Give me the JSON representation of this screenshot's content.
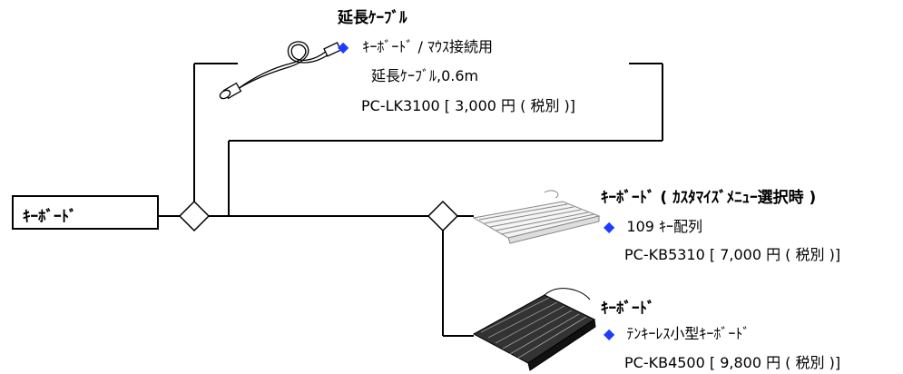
{
  "root": {
    "label": "ｷｰﾎﾞｰﾄﾞ"
  },
  "products": [
    {
      "title": "延長ｹｰﾌﾞﾙ",
      "bullet": "◆",
      "desc1": "ｷｰﾎﾞｰﾄﾞ / ﾏｳｽ接続用",
      "desc2": "延長ｹｰﾌﾞﾙ,0.6m",
      "model_price": "PC-LK3100 [ 3,000 円 ( 税別 )]",
      "image_icon": "cable-image"
    },
    {
      "title": "ｷｰﾎﾞｰﾄﾞ ( ｶｽﾀﾏｲｽﾞﾒﾆｭｰ選択時 )",
      "bullet": "◆",
      "desc1": "109 ｷｰ配列",
      "model_price": "PC-KB5310 [ 7,000 円 ( 税別 )]",
      "image_icon": "keyboard-image"
    },
    {
      "title": "ｷｰﾎﾞｰﾄﾞ",
      "bullet": "◆",
      "desc1": "ﾃﾝｷｰﾚｽ小型ｷｰﾎﾞｰﾄﾞ",
      "model_price": "PC-KB4500 [ 9,800 円 ( 税別 )]",
      "image_icon": "compact-keyboard-image"
    }
  ],
  "colors": {
    "bullet": "#1e3cff",
    "line": "#000000"
  }
}
